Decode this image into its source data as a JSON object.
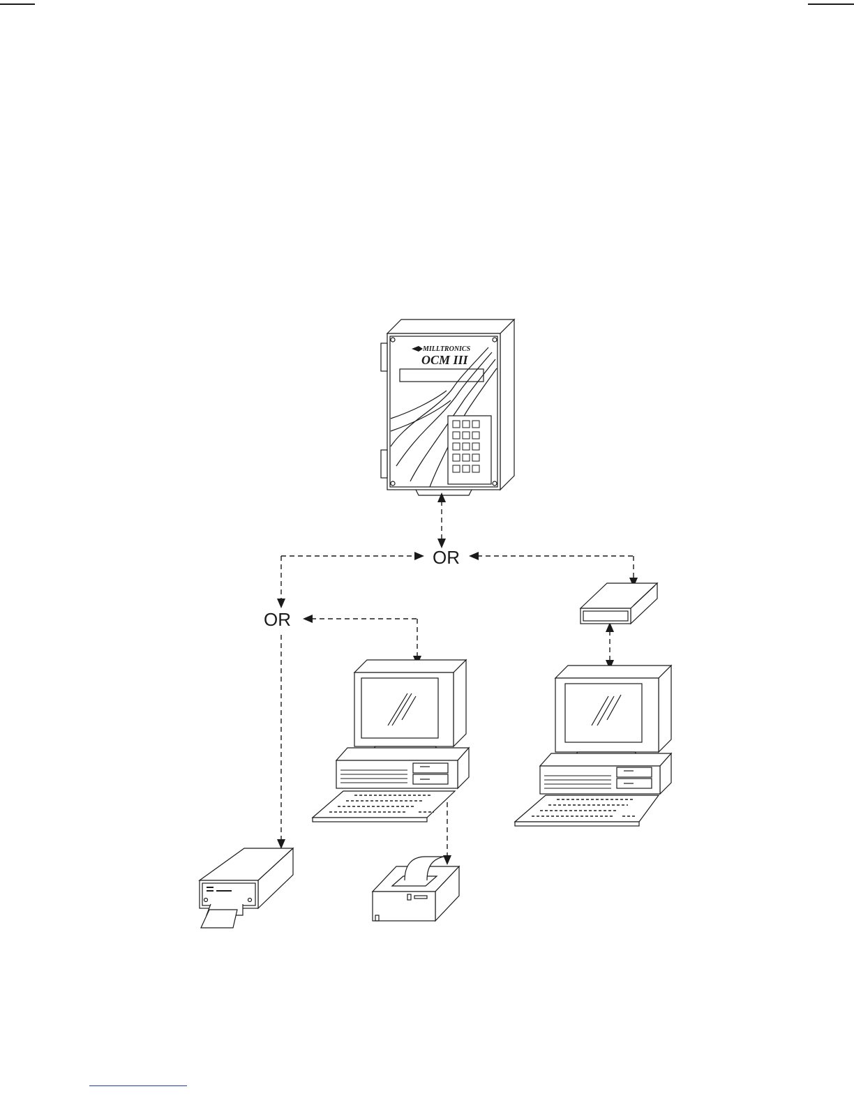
{
  "diagram": {
    "labels": {
      "or_top": "OR",
      "or_left": "OR",
      "device_brand": "MILLTRONICS",
      "device_model": "OCM III"
    },
    "nodes": [
      {
        "id": "ocm-iii",
        "icon": "ocm-iii-device-icon"
      },
      {
        "id": "computer-center",
        "icon": "desktop-computer-icon"
      },
      {
        "id": "computer-right",
        "icon": "desktop-computer-icon"
      },
      {
        "id": "modem",
        "icon": "modem-icon"
      },
      {
        "id": "tape-printer",
        "icon": "tape-printer-icon"
      },
      {
        "id": "printer",
        "icon": "printer-icon"
      }
    ],
    "connections": [
      {
        "from": "ocm-iii",
        "to": "or_top",
        "style": "dashed",
        "arrows": "both"
      },
      {
        "from": "or_top",
        "to": "or_left",
        "style": "dashed",
        "arrows": "both"
      },
      {
        "from": "or_top",
        "to": "modem",
        "style": "dashed",
        "arrows": "both"
      },
      {
        "from": "modem",
        "to": "computer-right",
        "style": "dashed",
        "arrows": "both"
      },
      {
        "from": "or_left",
        "to": "computer-center",
        "style": "dashed",
        "arrows": "both"
      },
      {
        "from": "or_left",
        "to": "tape-printer",
        "style": "dashed",
        "arrows": "end"
      },
      {
        "from": "computer-center",
        "to": "printer",
        "style": "dashed",
        "arrows": "end"
      }
    ]
  }
}
